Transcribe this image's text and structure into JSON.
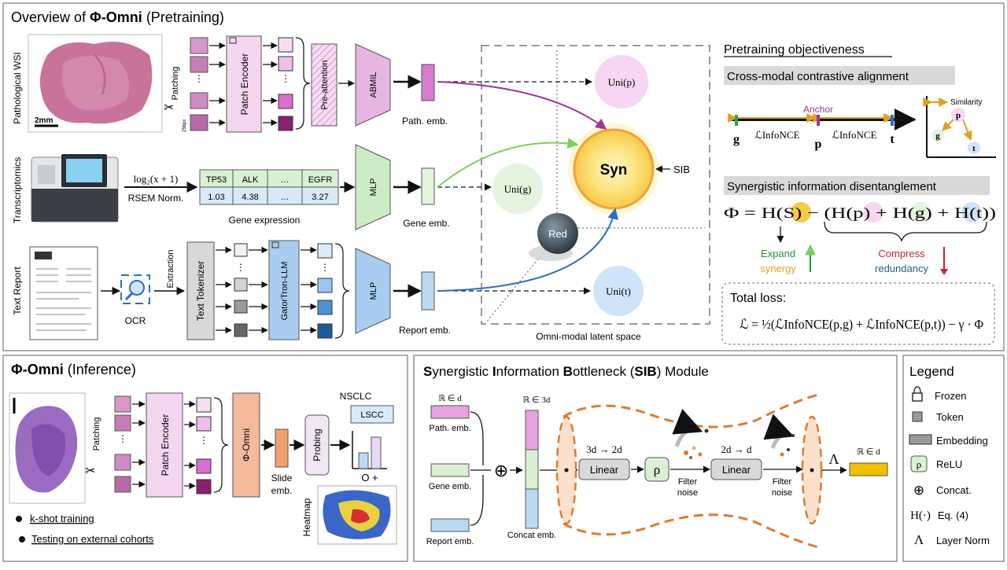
{
  "overview": {
    "title_pre": "Overview of ",
    "title_bold": "Φ-Omni",
    "title_post": " (Pretraining)",
    "row_labels": {
      "wsi": "Pathological WSI",
      "rna": "Transcriptomics",
      "report": "Text Report"
    },
    "scale_bar": "2mm",
    "patch_size": "256px",
    "patching": "Patching",
    "patch_encoder": "Patch Encoder",
    "pre_attention": "Pre-attention",
    "abmil": "ABMIL",
    "path_emb": "Path. emb.",
    "log_formula": "log₂(x + 1)",
    "rsem": "RSEM Norm.",
    "genes": [
      "TP53",
      "ALK",
      "…",
      "EGFR"
    ],
    "gene_values": [
      "1.03",
      "4.38",
      "…",
      "3.27"
    ],
    "gene_expression": "Gene expression",
    "mlp": "MLP",
    "gene_emb": "Gene emb.",
    "extraction": "Extraction",
    "ocr": "OCR",
    "text_tokenizer": "Text Tokenizer",
    "gatortron": "GatorTron-LLM",
    "report_emb": "Report emb.",
    "uni_p": "Uni(p)",
    "uni_g": "Uni(g)",
    "uni_t": "Uni(t)",
    "syn": "Syn",
    "red": "Red",
    "sib": "SIB",
    "latent_space": "Omni-modal latent space"
  },
  "objective": {
    "title": "Pretraining objectiveness",
    "cross_modal": "Cross-modal contrastive alignment",
    "anchor": "Anchor",
    "loss_label": "ℒInfoNCE",
    "g": "g",
    "p": "p",
    "t": "t",
    "similarity": "Similarity",
    "synergy_title": "Synergistic information disentanglement",
    "phi_equation": "Φ = H(S) − (H(p) + H(g) + H(t))",
    "expand": "Expand",
    "synergy": "synergy",
    "compress": "Compress",
    "redundancy": "redundancy",
    "total_loss": "Total loss:",
    "loss_equation": "ℒ = ½(ℒInfoNCE(p,g) + ℒInfoNCE(p,t)) − γ · Φ"
  },
  "inference": {
    "title_bold": "Φ-Omni",
    "title_post": " (Inference)",
    "patching": "Patching",
    "patch_encoder": "Patch Encoder",
    "phi_omni": "Φ-Omni",
    "slide_emb_1": "Slide",
    "slide_emb_2": "emb.",
    "probing": "Probing",
    "nsclc": "NSCLC",
    "lscc": "LSCC",
    "axis_labels": "O  +",
    "heatmap": "Heatmap",
    "bullet1": "k-shot training",
    "bullet2": "Testing on external cohorts"
  },
  "sib": {
    "title_parts": [
      "S",
      "ynergistic ",
      "I",
      "nformation ",
      "B",
      "ottleneck (",
      "SIB",
      ") Module"
    ],
    "rd": "ℝ ∈ d",
    "r3d": "ℝ ∈ 3d",
    "path_emb": "Path. emb.",
    "gene_emb": "Gene emb.",
    "report_emb": "Report emb.",
    "concat_emb": "Concat emb.",
    "dim1": "3d → 2d",
    "dim2": "2d → d",
    "linear": "Linear",
    "rho": "ρ",
    "filter1": "Filter",
    "noise1": "noise",
    "lambda": "Λ",
    "oplus": "⊕"
  },
  "legend": {
    "title": "Legend",
    "items": [
      "Frozen",
      "Token",
      "Embedding",
      "ReLU",
      "Concat.",
      "Eq. (4)",
      "Layer Norm"
    ],
    "symbols": [
      "ρ",
      "⊕",
      "H(·)",
      "Λ"
    ]
  },
  "colors": {
    "pathology": "#e6a3e0",
    "gene": "#d9f0d3",
    "report": "#bcd9f2",
    "syn": "#f7c948",
    "arrow_purple": "#a0329a",
    "arrow_green": "#7ccf5c",
    "arrow_blue": "#2a6fc0",
    "sib_orange": "#e07a2e"
  }
}
